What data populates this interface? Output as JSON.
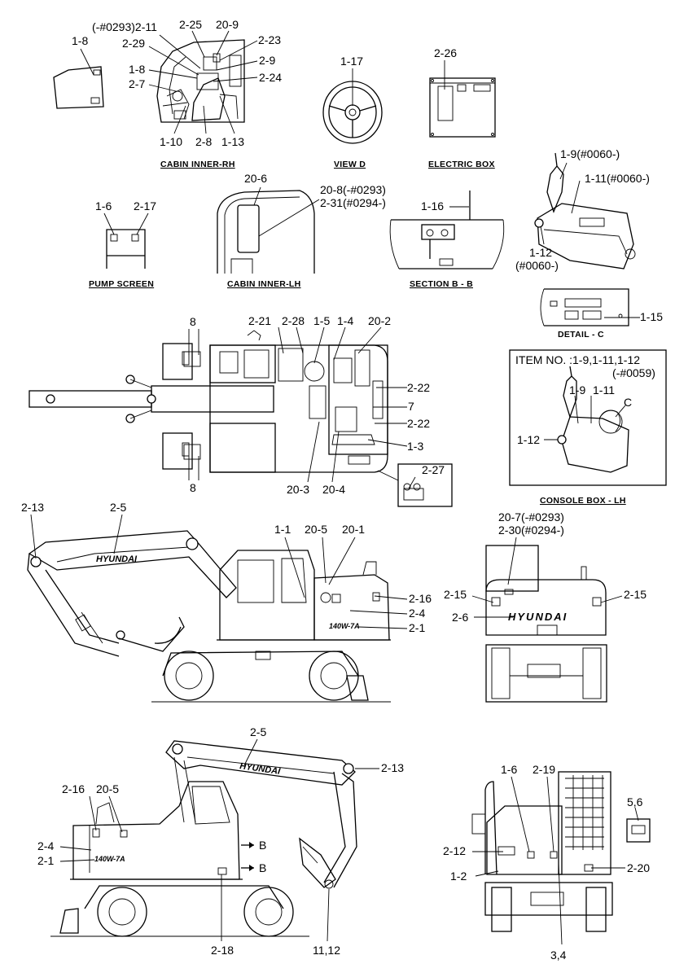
{
  "views": {
    "cabin_inner_rh": {
      "caption": "CABIN INNER-RH"
    },
    "view_d": {
      "caption": "VIEW  D"
    },
    "electric_box": {
      "caption": "ELECTRIC BOX"
    },
    "pump_screen": {
      "caption": "PUMP SCREEN"
    },
    "cabin_inner_lh": {
      "caption": "CABIN INNER-LH"
    },
    "section_bb": {
      "caption": "SECTION B - B"
    },
    "detail_c": {
      "caption": "DETAIL - C"
    },
    "console_box_lh": {
      "caption": "CONSOLE BOX - LH",
      "item_title": "ITEM NO. :1-9,1-11,1-12",
      "item_sub": "(-#0059)",
      "c_letter": "C"
    }
  },
  "brand": {
    "name": "HYUNDAI",
    "model": "140W-7A"
  },
  "labels": {
    "cab_rh_1_8_left": "1-8",
    "cab_rh_2_11": "(-#0293)2-11",
    "cab_rh_2_25": "2-25",
    "cab_rh_20_9": "20-9",
    "cab_rh_2_29": "2-29",
    "cab_rh_2_23": "2-23",
    "cab_rh_2_9": "2-9",
    "cab_rh_1_8": "1-8",
    "cab_rh_2_24": "2-24",
    "cab_rh_2_7": "2-7",
    "cab_rh_1_10": "1-10",
    "cab_rh_2_8": "2-8",
    "cab_rh_1_13": "1-13",
    "view_d_1_17": "1-17",
    "ebox_2_26": "2-26",
    "joy_1_9": "1-9(#0060-)",
    "joy_1_11": "1-11(#0060-)",
    "joy_1_12": "1-12",
    "joy_1_12_sub": "(#0060-)",
    "pump_1_6": "1-6",
    "pump_2_17": "2-17",
    "cab_lh_20_6": "20-6",
    "cab_lh_20_8": "20-8(-#0293)",
    "cab_lh_2_31": "2-31(#0294-)",
    "sect_1_16": "1-16",
    "detail_1_15": "1-15",
    "top_8_a": "8",
    "top_8_b": "8",
    "top_2_21": "2-21",
    "top_2_28": "2-28",
    "top_1_5": "1-5",
    "top_1_4": "1-4",
    "top_20_2": "20-2",
    "top_2_22_a": "2-22",
    "top_7": "7",
    "top_2_22_b": "2-22",
    "top_1_3": "1-3",
    "top_20_3": "20-3",
    "top_20_4": "20-4",
    "top_2_27": "2-27",
    "console_1_9": "1-9",
    "console_1_11": "1-11",
    "console_1_12": "1-12",
    "side_2_13": "2-13",
    "side_2_5": "2-5",
    "side_1_1": "1-1",
    "side_20_5": "20-5",
    "side_20_1": "20-1",
    "side_2_16": "2-16",
    "side_2_4": "2-4",
    "side_2_1": "2-1",
    "rear_20_7": "20-7(-#0293)",
    "rear_2_30": "2-30(#0294-)",
    "rear_2_15_l": "2-15",
    "rear_2_15_r": "2-15",
    "rear_2_6": "2-6",
    "lside_2_5": "2-5",
    "lside_2_13": "2-13",
    "lside_2_16": "2-16",
    "lside_20_5": "20-5",
    "lside_2_4": "2-4",
    "lside_2_1": "2-1",
    "lside_b_top": "B",
    "lside_b_bot": "B",
    "lside_2_18": "2-18",
    "lside_11_12": "11,12",
    "front_1_6": "1-6",
    "front_2_19": "2-19",
    "front_5_6": "5,6",
    "front_2_12": "2-12",
    "front_2_20": "2-20",
    "front_1_2": "1-2",
    "front_3_4": "3,4"
  }
}
